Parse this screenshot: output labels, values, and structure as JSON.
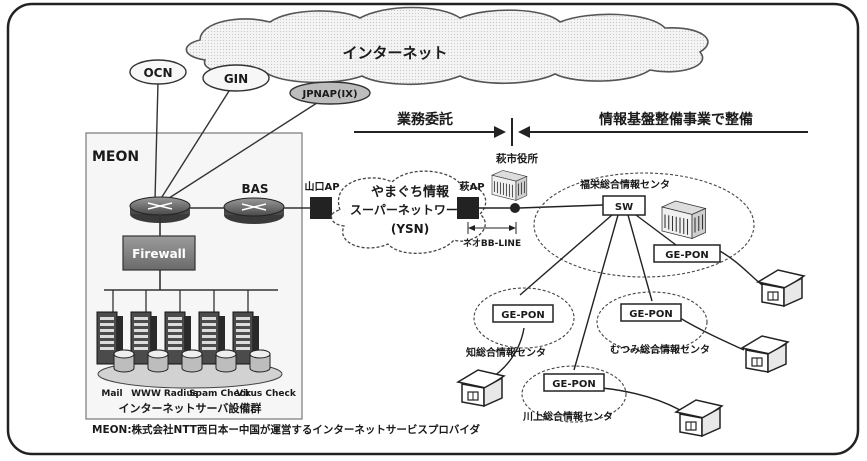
{
  "internet": {
    "label": "インターネット"
  },
  "isps": {
    "ocn": "OCN",
    "gin": "GIN",
    "jpnap": "JPNAP(IX)"
  },
  "meon": {
    "label": "MEON",
    "bas": "BAS",
    "firewall": "Firewall",
    "footnote": "MEON:株式会社NTT西日本ー中国が運営するインターネットサービスプロバイダ"
  },
  "servers": {
    "labels": [
      "Mail",
      "WWW",
      "Radius",
      "Spam Check",
      "Virus Check"
    ],
    "group_label": "インターネットサーバ設備群"
  },
  "ysn": {
    "ap_left": "山口AP",
    "ap_right": "萩AP",
    "line1": "やまぐち情報",
    "line2": "スーパーネットワーク",
    "line3": "(YSN)"
  },
  "zones": {
    "left": "業務委託",
    "right": "情報基盤整備事業で整備"
  },
  "city": {
    "hall": "萩市役所",
    "neo_line": "ネオBB-LINE",
    "center": "福栄総合情報センタ",
    "sw": "SW"
  },
  "branches": {
    "gepon": "GE-PON",
    "b1": "知総合情報センタ",
    "b2": "むつみ総合情報センタ",
    "b3": "川上総合情報センタ"
  }
}
